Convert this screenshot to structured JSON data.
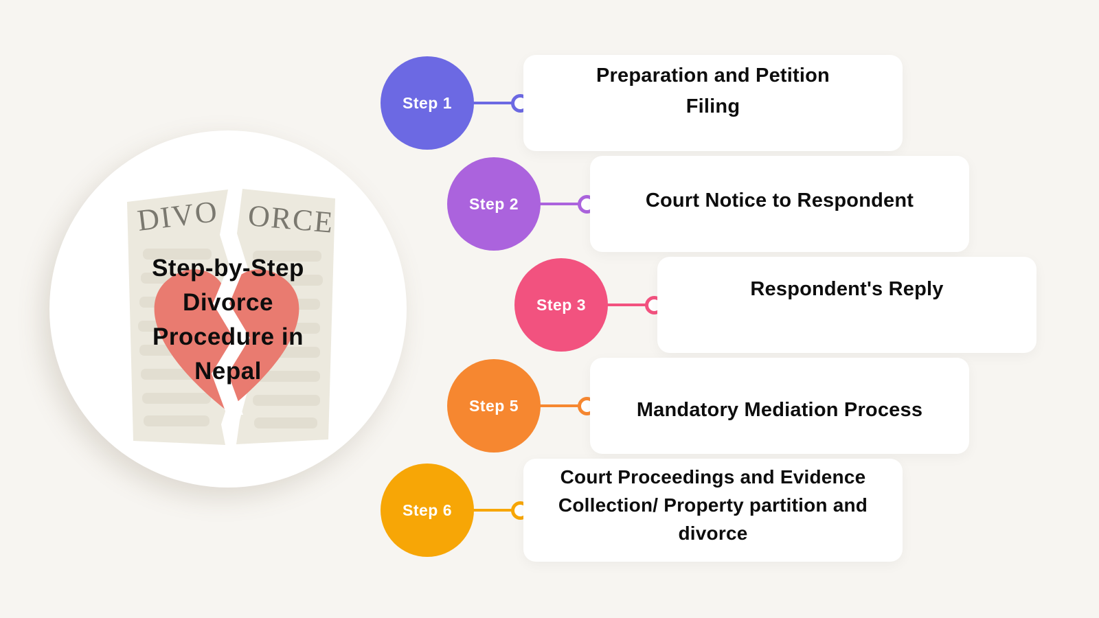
{
  "colors": {
    "background": "#f7f5f1",
    "card-bg": "#ffffff",
    "circle-bg": "#ffffff",
    "text": "#0d0d0d",
    "paper": "#ece9de",
    "paper-line": "#e2ded1",
    "paper-word": "#7a786f",
    "heart": "#e97b70"
  },
  "intro": {
    "lines": [
      "Step-by-Step",
      "Divorce",
      "Procedure in",
      "Nepal"
    ],
    "paper_word_left": "DIVO",
    "paper_word_right": "ORCE"
  },
  "steps": [
    {
      "label": "Step 1",
      "color": "#6c69e3",
      "lines": [
        "Preparation and Petition",
        "Filing"
      ]
    },
    {
      "label": "Step 2",
      "color": "#ab63dd",
      "lines": [
        "Court Notice to Respondent"
      ]
    },
    {
      "label": "Step 3",
      "color": "#f2527f",
      "lines": [
        "Respondent's Reply"
      ]
    },
    {
      "label": "Step 5",
      "color": "#f68730",
      "lines": [
        "Mandatory Mediation Process"
      ]
    },
    {
      "label": "Step 6",
      "color": "#f7a606",
      "lines": [
        "Court Proceedings and Evidence",
        "Collection/ Property partition and",
        "divorce"
      ]
    }
  ]
}
